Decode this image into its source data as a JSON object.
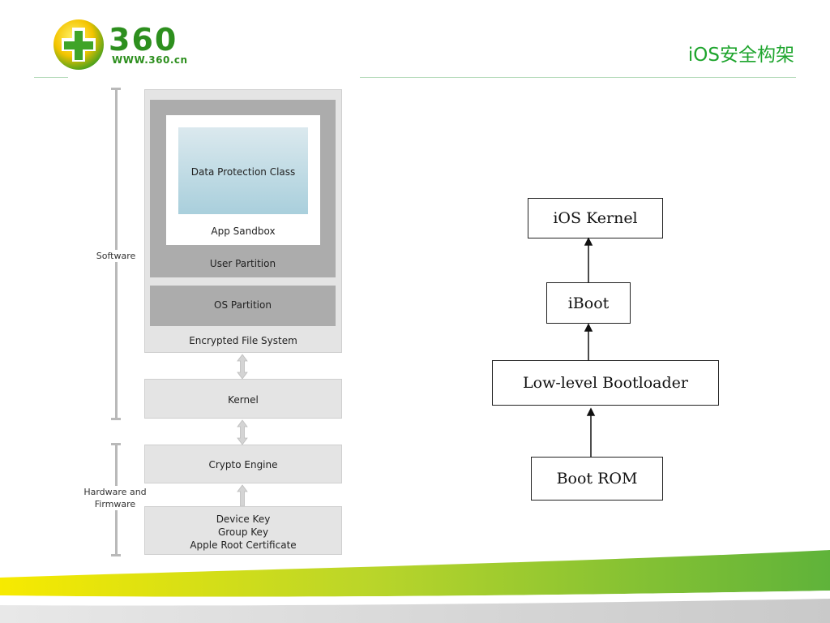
{
  "header": {
    "logo_text": "360",
    "logo_url": "WWW.360.cn",
    "title": "iOS安全构架"
  },
  "left_diagram": {
    "software_label": "Software",
    "hardware_label": "Hardware and Firmware",
    "data_protection": "Data Protection Class",
    "app_sandbox": "App Sandbox",
    "user_partition": "User Partition",
    "os_partition": "OS Partition",
    "encrypted_fs": "Encrypted File System",
    "kernel": "Kernel",
    "crypto_engine": "Crypto Engine",
    "keys": [
      "Device Key",
      "Group Key",
      "Apple Root Certificate"
    ]
  },
  "boot_chain": {
    "ios_kernel": "iOS Kernel",
    "iboot": "iBoot",
    "low_level_bootloader": "Low-level Bootloader",
    "boot_rom": "Boot ROM"
  },
  "colors": {
    "brand_green": "#2d8f1e",
    "title_green": "#1fa52e",
    "swoosh_green": "#7ac142",
    "swoosh_yellow": "#f2e600"
  }
}
